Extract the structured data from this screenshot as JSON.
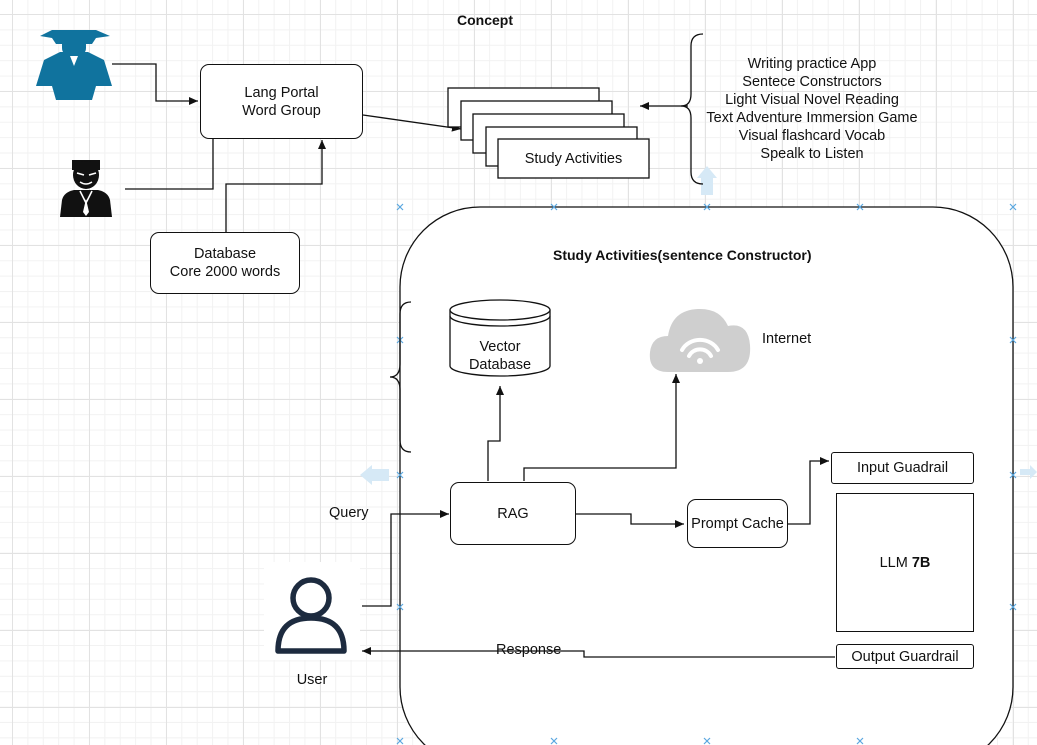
{
  "title": "Concept",
  "lang_portal": {
    "line1": "Lang Portal",
    "line2": "Word Group"
  },
  "database": {
    "line1": "Database",
    "line2": "Core 2000 words"
  },
  "study_activities_label": "Study Activities",
  "activities": [
    "Writing practice App",
    "Sentece Constructors",
    "Light Visual Novel Reading",
    "Text Adventure Immersion Game",
    "Visual flashcard Vocab",
    "Spealk to Listen"
  ],
  "container_title": "Study Activities(sentence Constructor)",
  "vector_db": {
    "line1": "Vector",
    "line2": "Database"
  },
  "internet_label": "Internet",
  "rag_label": "RAG",
  "prompt_cache_label": "Prompt Cache",
  "input_guardrail_label": "Input Guadrail",
  "llm": {
    "name": "LLM",
    "size": "7B"
  },
  "output_guardrail_label": "Output Guardrail",
  "query_label": "Query",
  "response_label": "Response",
  "user_label": "User",
  "colors": {
    "teal": "#10739e",
    "line": "#111111",
    "cloud": "#cfcfcf"
  },
  "icons": [
    "student-icon",
    "teacher-icon",
    "user-icon",
    "cloud-icon",
    "cylinder-icon"
  ]
}
